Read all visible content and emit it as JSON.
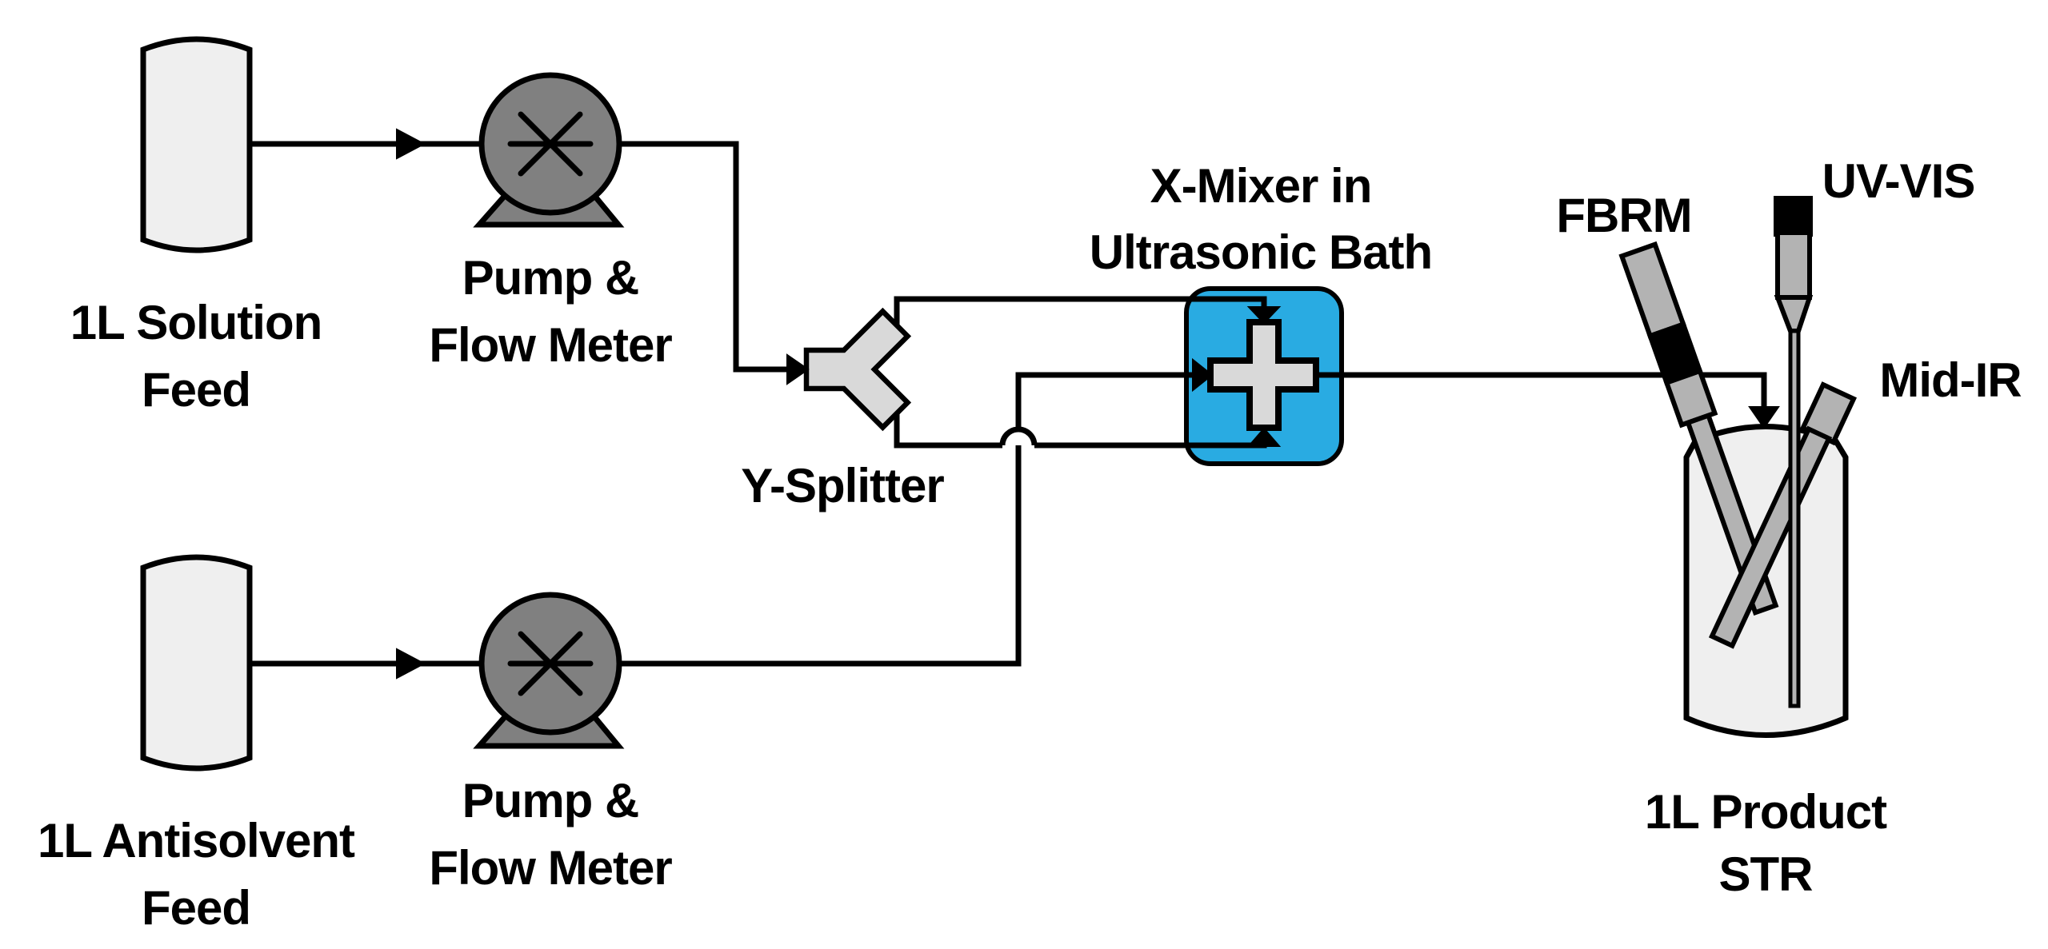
{
  "diagram": {
    "type": "process-flow-diagram",
    "labels": {
      "solution_feed": {
        "line1": "1L Solution",
        "line2": "Feed"
      },
      "solution_pump": {
        "line1": "Pump &",
        "line2": "Flow Meter"
      },
      "antisolvent_feed": {
        "line1": "1L Antisolvent",
        "line2": "Feed"
      },
      "antisolvent_pump": {
        "line1": "Pump &",
        "line2": "Flow Meter"
      },
      "y_splitter": "Y-Splitter",
      "x_mixer": {
        "line1": "X-Mixer in",
        "line2": "Ultrasonic Bath"
      },
      "fbrm": "FBRM",
      "uv_vis": "UV-VIS",
      "mid_ir": "Mid-IR",
      "product": {
        "line1": "1L Product",
        "line2": "STR"
      }
    },
    "colors": {
      "mixer_bath_blue": "#29ABE2",
      "pump_gray": "#808080",
      "probe_gray": "#B3B3B3",
      "fitting_gray": "#D9D9D9",
      "vessel_fill": "#EFEFEF",
      "outline_black": "#000000",
      "background": "#FFFFFF"
    }
  }
}
